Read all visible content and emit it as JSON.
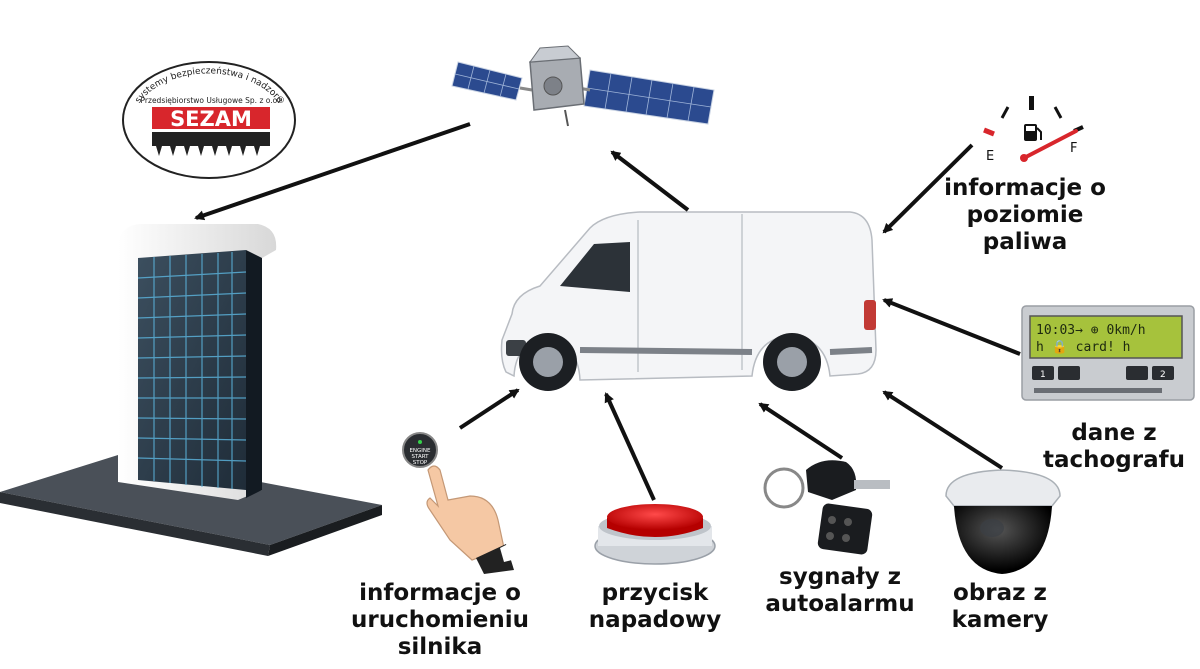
{
  "logo": {
    "arc_text": "systemy bezpieczeństwa i nadzoru",
    "company": "Przedsiębiorstwo Usługowe Sp. z o.o.",
    "registered": "®",
    "brand": "SEZAM"
  },
  "fuel_gauge": {
    "empty": "E",
    "full": "F"
  },
  "tachograph": {
    "line1": "10:03→ ⊕   0km/h",
    "line2": "h  🔒 card!     h",
    "btn1": "1",
    "btn2": "2"
  },
  "engine_button": {
    "text1": "ENGINE",
    "text2": "START",
    "text3": "STOP"
  },
  "labels": {
    "fuel": [
      "informacje o",
      "poziomie",
      "paliwa"
    ],
    "tachograph": [
      "dane z",
      "tachografu"
    ],
    "engine": [
      "informacje o",
      "uruchomieniu",
      "silnika"
    ],
    "panic": [
      "przycisk",
      "napadowy"
    ],
    "alarm": [
      "sygnały z",
      "autoalarmu"
    ],
    "camera": [
      "obraz z",
      "kamery"
    ]
  },
  "colors": {
    "brand_red": "#d8262c",
    "arrow": "#111111",
    "van": "#f4f5f7",
    "panic_red": "#e01414"
  }
}
